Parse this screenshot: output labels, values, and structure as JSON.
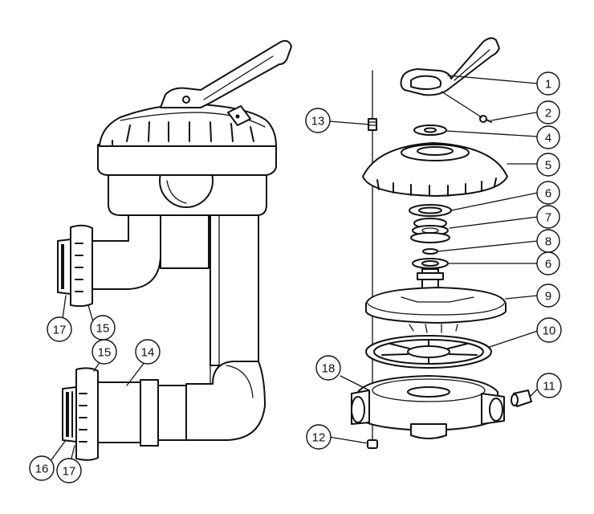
{
  "callouts": {
    "c1": "1",
    "c2": "2",
    "c4": "4",
    "c5": "5",
    "c6a": "6",
    "c7": "7",
    "c8": "8",
    "c6b": "6",
    "c9": "9",
    "c10": "10",
    "c11": "11",
    "c12": "12",
    "c13": "13",
    "c14": "14",
    "c15a": "15",
    "c15b": "15",
    "c16": "16",
    "c17a": "17",
    "c17b": "17",
    "c18": "18"
  }
}
